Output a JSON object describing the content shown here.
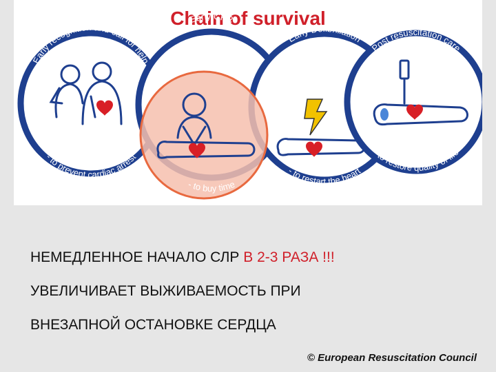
{
  "diagram": {
    "title": "Chain of survival",
    "links": [
      {
        "top": "Early recognition and call for help",
        "bottom": "- to prevent cardiac arrest"
      },
      {
        "top": "Early CPR",
        "bottom": "- to buy time"
      },
      {
        "top": "Early Defibrillation",
        "bottom": "- to restart the heart"
      },
      {
        "top": "Post resuscitation care",
        "bottom": "- to restore quality of life"
      }
    ],
    "colors": {
      "ring": "#1e3f8f",
      "title": "#d0202a",
      "heart": "#d81f26",
      "highlight": "#f6bfae",
      "highlight_border": "#e8693f",
      "bolt": "#f2c200"
    }
  },
  "text": {
    "line1_prefix": "НЕМЕДЛЕННОЕ НАЧАЛО СЛР ",
    "line1_highlight": "В 2-3 РАЗА !!!",
    "line2": "УВЕЛИЧИВАЕТ ВЫЖИВАЕМОСТЬ ПРИ",
    "line3": "ВНЕЗАПНОЙ ОСТАНОВКЕ СЕРДЦА",
    "credit": "© European Resuscitation Council"
  }
}
